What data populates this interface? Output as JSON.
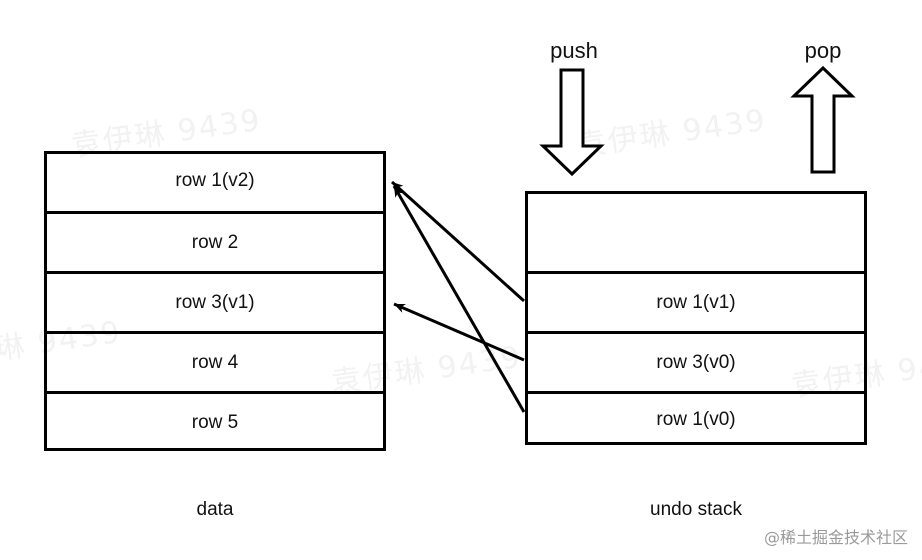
{
  "diagram": {
    "title": "undo stack push/pop diagram",
    "stroke_color": "#000000",
    "text_color": "#111111",
    "background": "#ffffff",
    "watermark_color": "#f2f2f2"
  },
  "data_table": {
    "caption": "data",
    "rows": [
      {
        "label": "row 1(v2)"
      },
      {
        "label": "row 2"
      },
      {
        "label": "row 3(v1)"
      },
      {
        "label": "row 4"
      },
      {
        "label": "row 5"
      }
    ]
  },
  "undo_stack": {
    "caption": "undo stack",
    "cells": [
      {
        "label": ""
      },
      {
        "label": "row 1(v1)"
      },
      {
        "label": "row 3(v0)"
      },
      {
        "label": "row 1(v0)"
      }
    ]
  },
  "operations": {
    "push_label": "push",
    "pop_label": "pop"
  },
  "connections": [
    {
      "from": "row 1(v1)",
      "to": "row 1(v2)"
    },
    {
      "from": "row 3(v0)",
      "to": "row 3(v1)"
    },
    {
      "from": "row 1(v0)",
      "to": "row 1(v2)"
    }
  ],
  "watermarks": {
    "tiled_text": "袁伊琳 9439",
    "brand": "@稀土掘金技术社区"
  }
}
